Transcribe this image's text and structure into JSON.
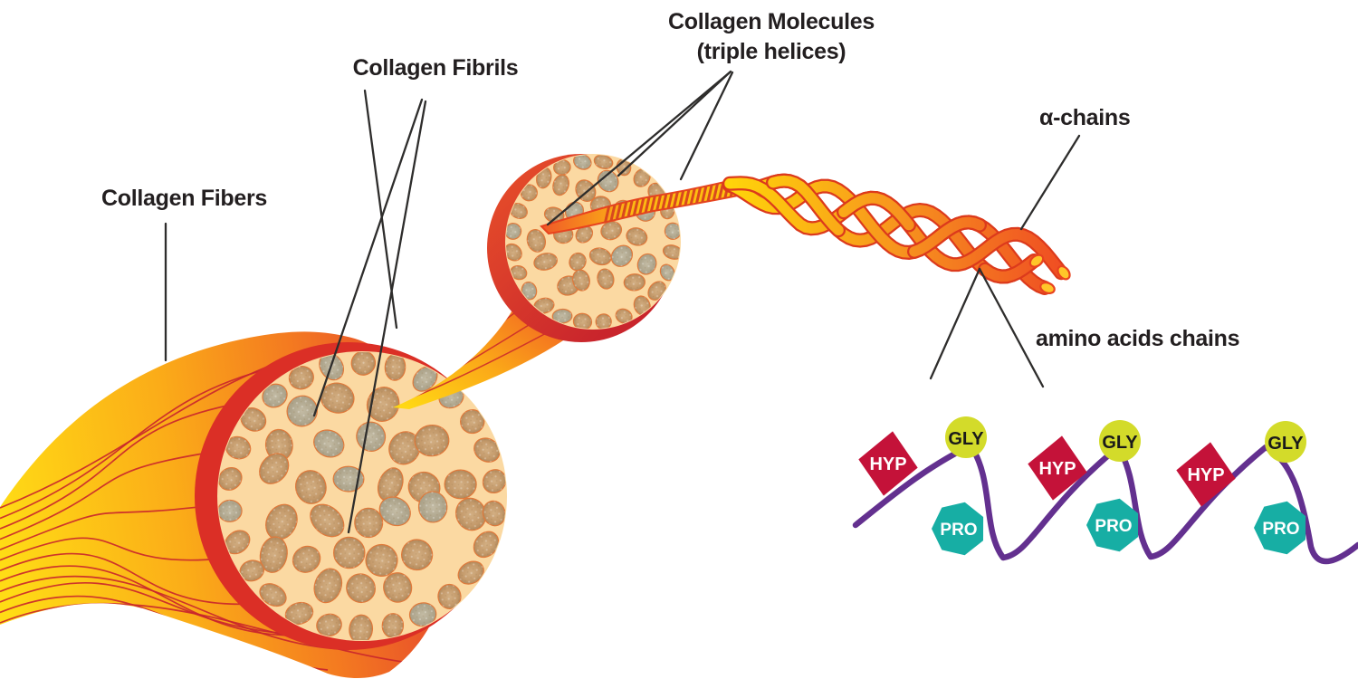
{
  "labels": {
    "collagen_fibers": "Collagen Fibers",
    "collagen_fibrils": "Collagen Fibrils",
    "collagen_molecules_line1": "Collagen Molecules",
    "collagen_molecules_line2": "(triple helices)",
    "alpha_chains": "α-chains",
    "amino_acids_chains": "amino acids chains"
  },
  "amino_chain": {
    "repeats": 3,
    "pattern": [
      "HYP",
      "GLY",
      "PRO"
    ],
    "units": [
      {
        "hyp": "HYP",
        "gly": "GLY",
        "pro": "PRO"
      },
      {
        "hyp": "HYP",
        "gly": "GLY",
        "pro": "PRO"
      },
      {
        "hyp": "HYP",
        "gly": "GLY",
        "pro": "PRO"
      }
    ]
  },
  "colors": {
    "hyp_diamond": "#C41239",
    "gly_circle": "#D3DB2A",
    "pro_hexagon": "#17AEA4",
    "backbone_purple": "#63308F",
    "helix_yellow": "#FFD40A",
    "helix_orange": "#F7941E",
    "helix_red": "#EF4B23",
    "helix_outline": "#DC3A1C",
    "cross_section_fill": "#FBD9A2",
    "fibril_blob_tan": "#C49A6B",
    "fibril_blob_gray": "#B3A98F",
    "fiber_line_red": "#C9252C",
    "pointer_line": "#2E2D2C",
    "label_text": "#231F20"
  }
}
